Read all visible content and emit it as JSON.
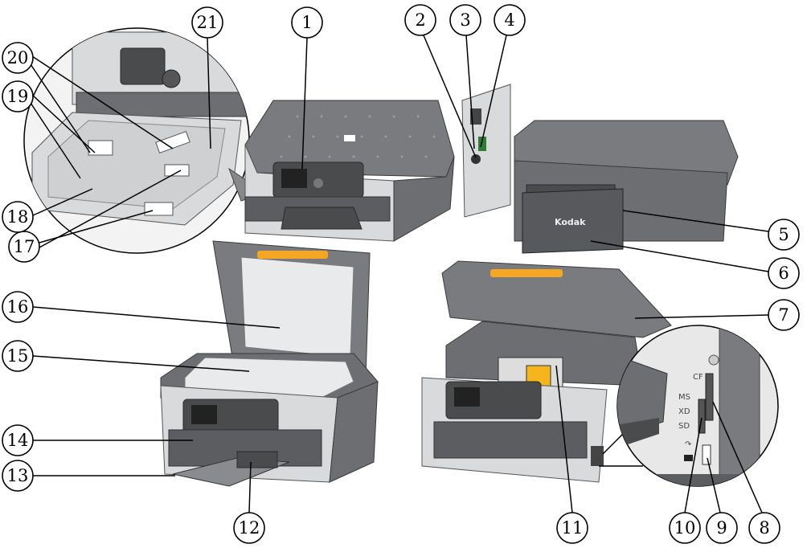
{
  "callouts": [
    "1",
    "2",
    "3",
    "4",
    "5",
    "6",
    "7",
    "8",
    "9",
    "10",
    "11",
    "12",
    "13",
    "14",
    "15",
    "16",
    "17",
    "18",
    "19",
    "20",
    "21"
  ],
  "labels": {
    "brand": "Kodak",
    "card_slots": [
      "CF",
      "MS",
      "XD",
      "SD"
    ]
  },
  "colors": {
    "printer_body": "#6d6e71",
    "front_panel": "#d9dadc",
    "accent_handle": "#f5a623"
  }
}
